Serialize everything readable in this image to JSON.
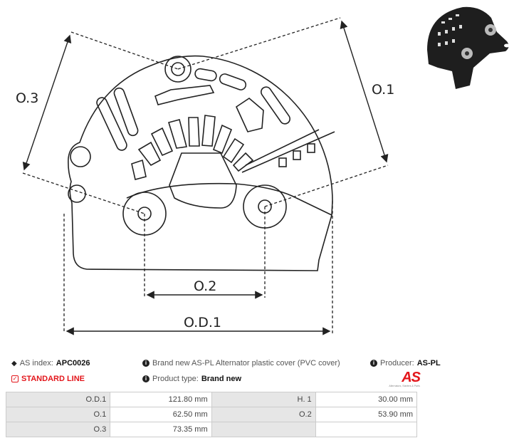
{
  "drawing": {
    "labels": {
      "o3": "O.3",
      "o1": "O.1",
      "o2": "O.2",
      "od1": "O.D.1"
    }
  },
  "info": {
    "as_index_label": "AS index:",
    "as_index_value": "APC0026",
    "line": "STANDARD LINE",
    "description": "Brand new AS-PL Alternator plastic cover (PVC cover)",
    "product_type_label": "Product type:",
    "product_type_value": "Brand new",
    "producer_label": "Producer:",
    "producer_value": "AS-PL"
  },
  "logo": {
    "mark": "AS",
    "tagline": "Alternators, Starters & Parts",
    "color": "#e3161b"
  },
  "specs": [
    [
      {
        "k": "O.D.1",
        "v": "121.80 mm"
      },
      {
        "k": "H. 1",
        "v": "30.00 mm"
      }
    ],
    [
      {
        "k": "O.1",
        "v": "62.50 mm"
      },
      {
        "k": "O.2",
        "v": "53.90 mm"
      }
    ],
    [
      {
        "k": "O.3",
        "v": "73.35 mm"
      },
      {
        "k": "",
        "v": ""
      }
    ]
  ]
}
